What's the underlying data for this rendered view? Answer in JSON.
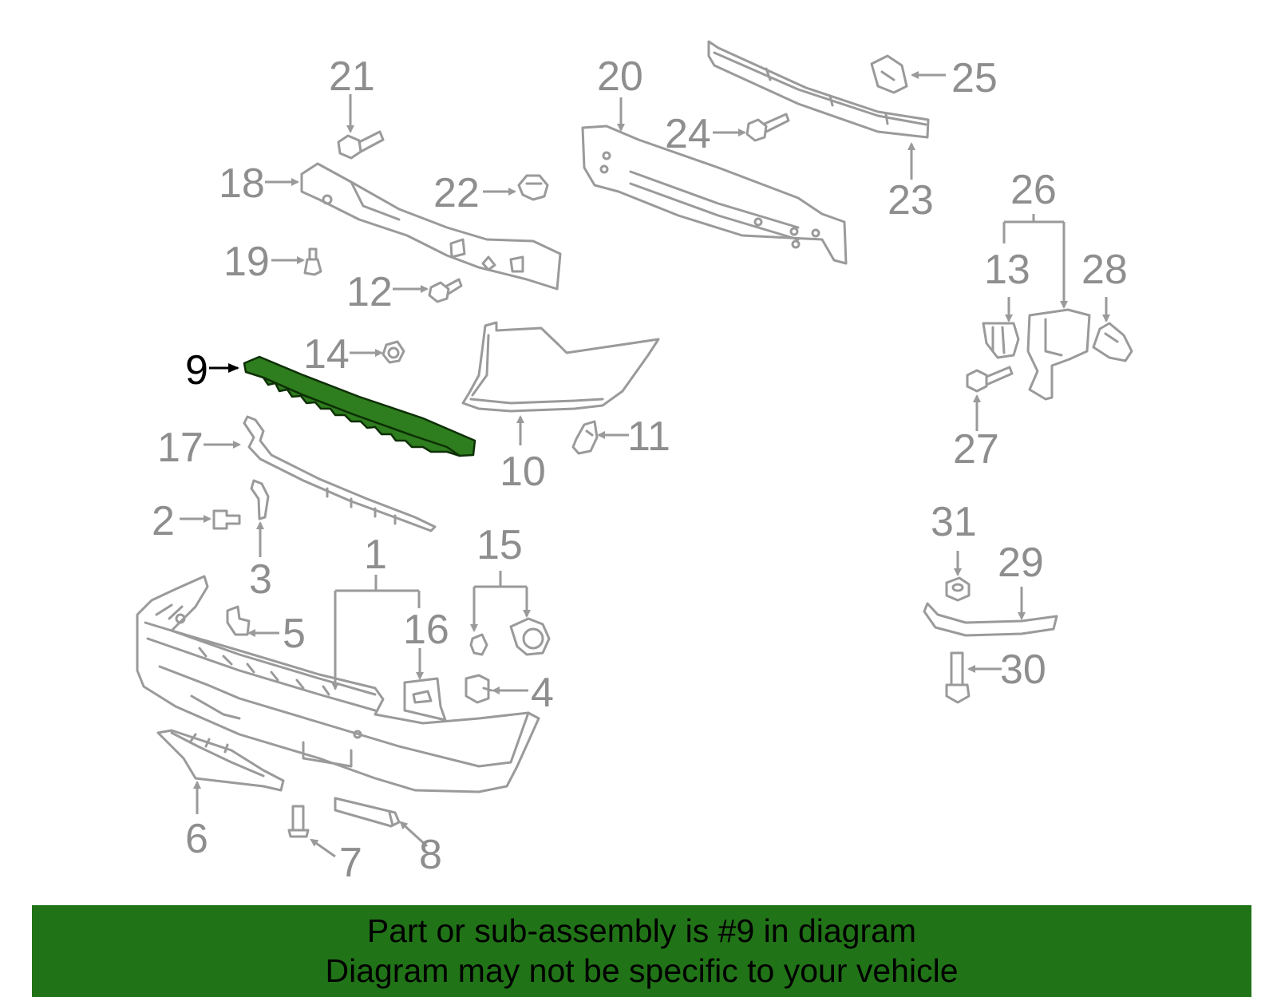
{
  "diagram": {
    "highlighted_part": "9",
    "callouts": {
      "c1": "1",
      "c2": "2",
      "c3": "3",
      "c4": "4",
      "c5": "5",
      "c6": "6",
      "c7": "7",
      "c8": "8",
      "c9": "9",
      "c10": "10",
      "c11": "11",
      "c12": "12",
      "c13": "13",
      "c14": "14",
      "c15": "15",
      "c16": "16",
      "c17": "17",
      "c18": "18",
      "c19": "19",
      "c20": "20",
      "c21": "21",
      "c22": "22",
      "c23": "23",
      "c24": "24",
      "c25": "25",
      "c26": "26",
      "c27": "27",
      "c28": "28",
      "c29": "29",
      "c30": "30",
      "c31": "31"
    },
    "colors": {
      "part_stroke": "#9a9a9a",
      "label": "#8e8e8e",
      "highlight_fill": "#2e7d1e",
      "highlight_label": "#000000"
    }
  },
  "footer": {
    "line1": "Part or sub-assembly is #9 in diagram",
    "line2": "Diagram may not be specific to your vehicle",
    "background": "#217317"
  }
}
